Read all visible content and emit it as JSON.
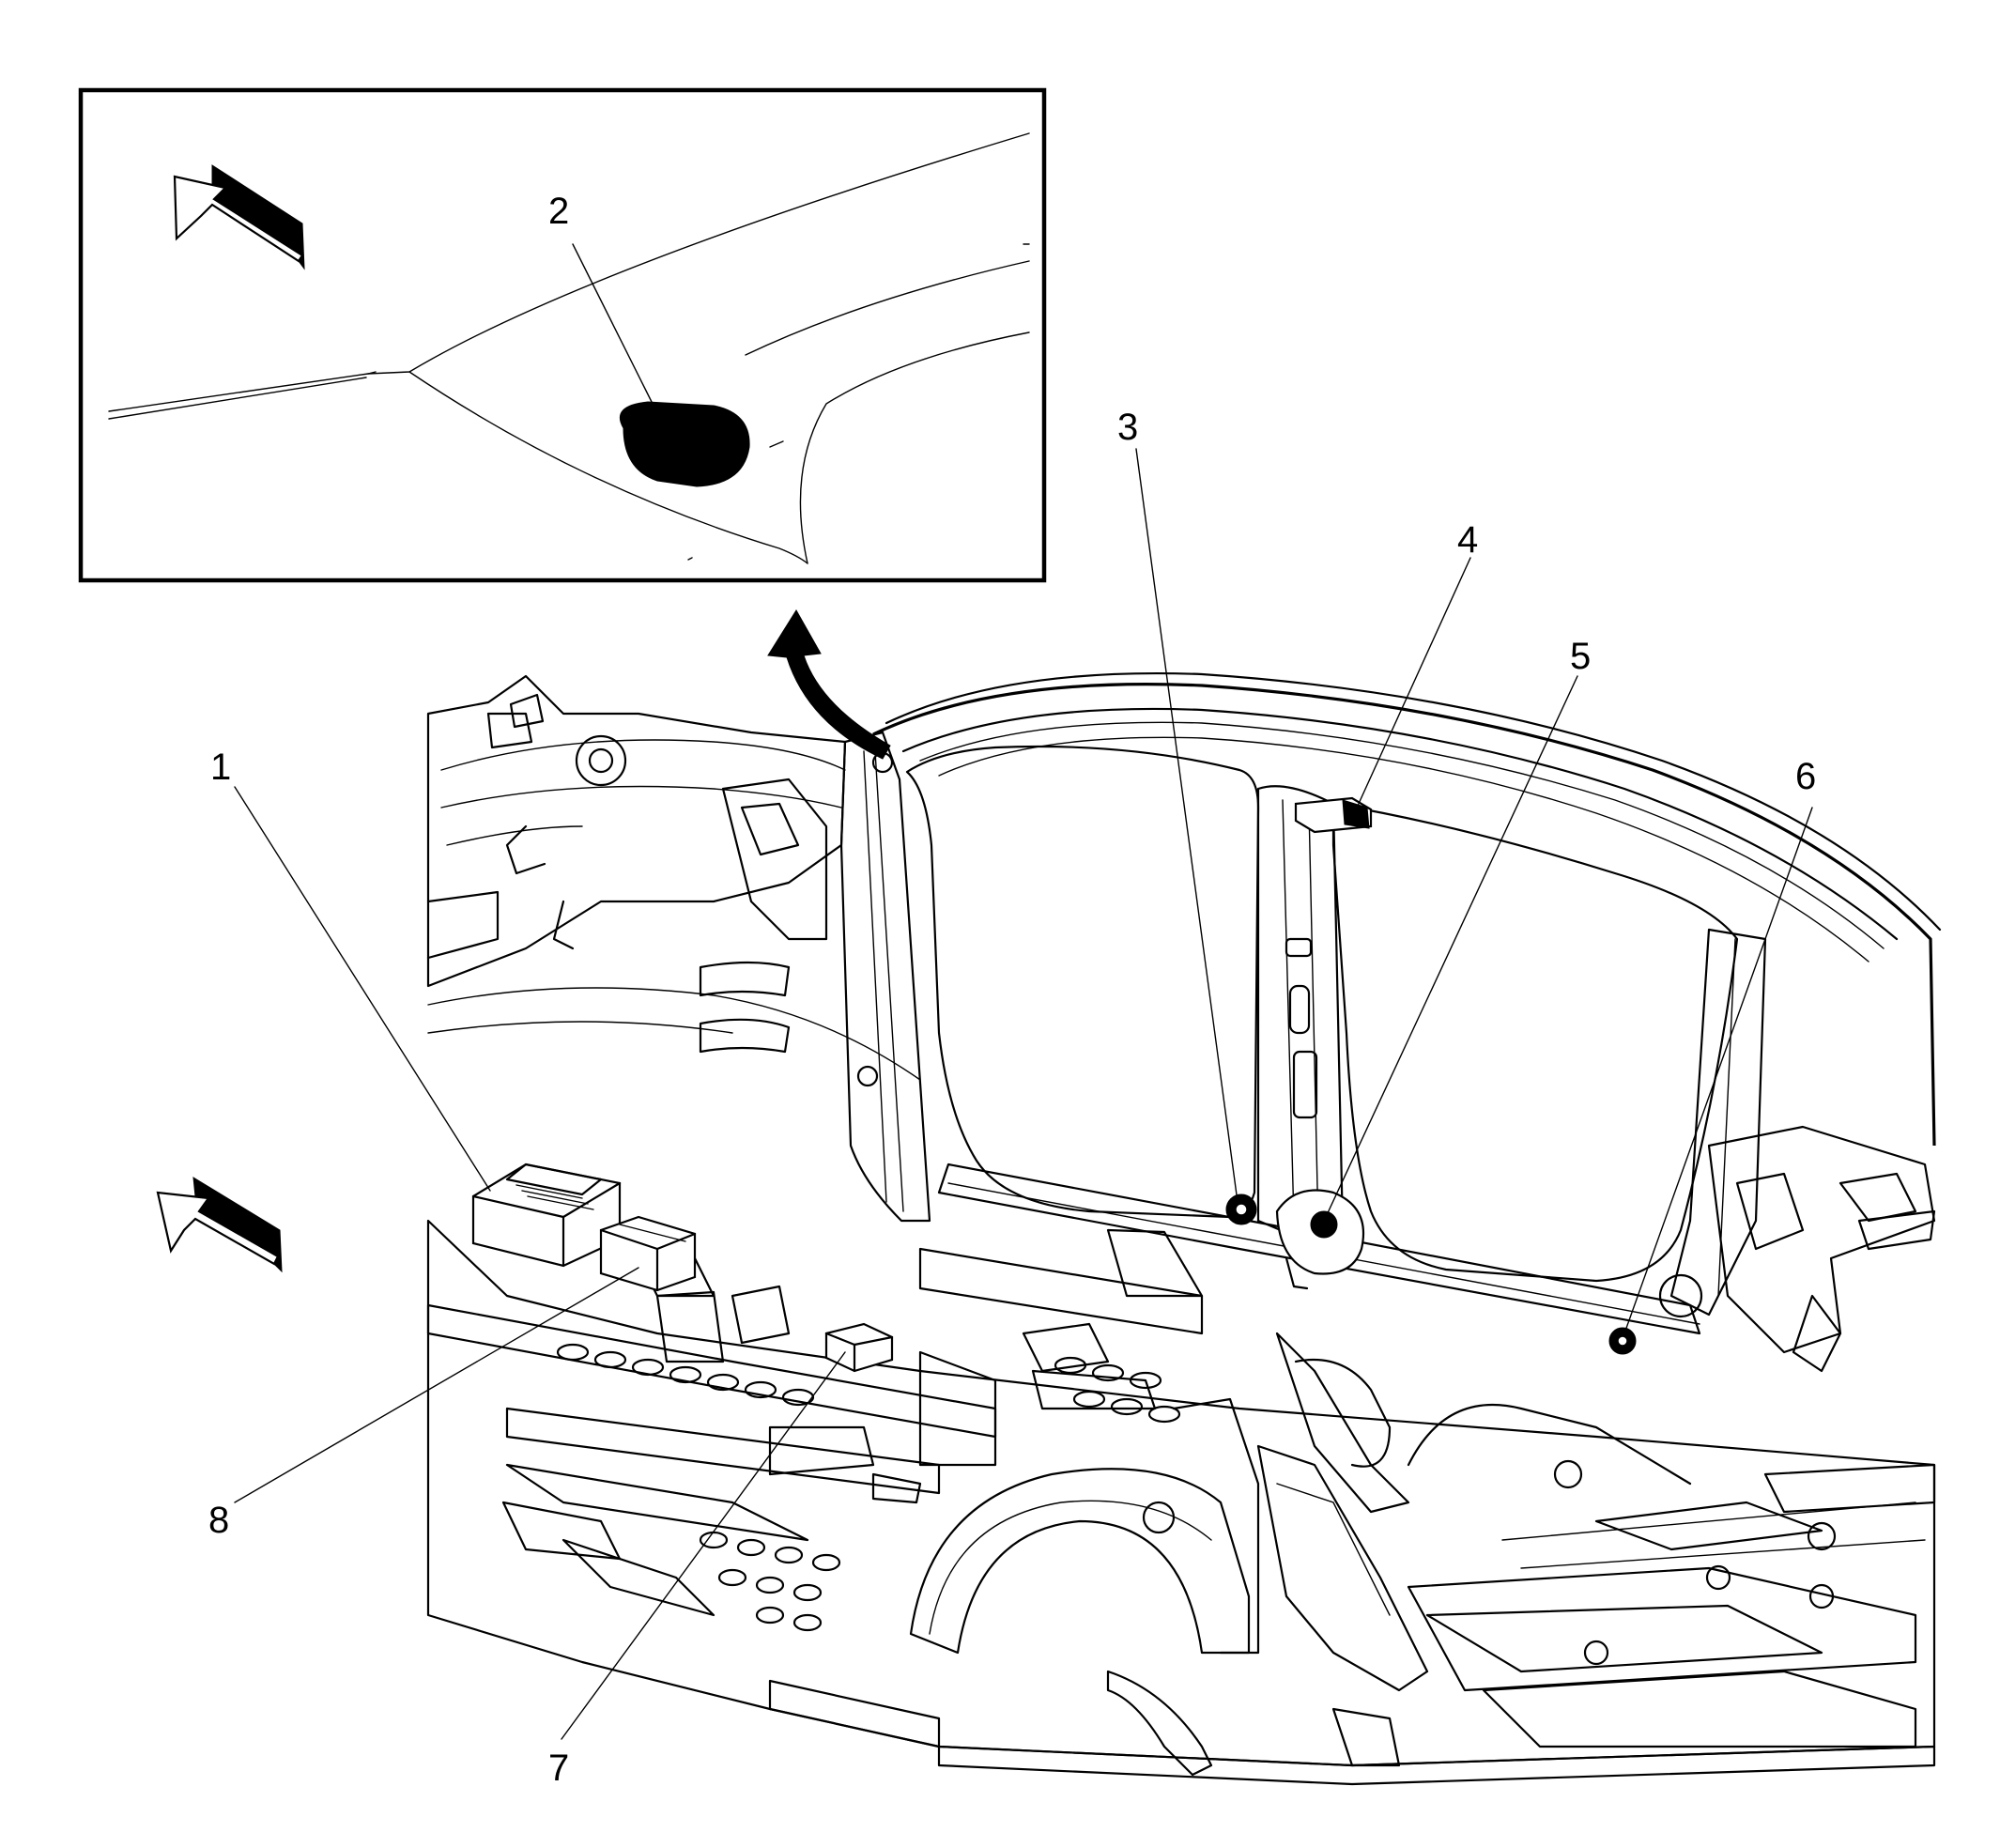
{
  "diagram": {
    "callouts": [
      {
        "id": "1",
        "label": "1"
      },
      {
        "id": "2",
        "label": "2"
      },
      {
        "id": "3",
        "label": "3"
      },
      {
        "id": "4",
        "label": "4"
      },
      {
        "id": "5",
        "label": "5"
      },
      {
        "id": "6",
        "label": "6"
      },
      {
        "id": "7",
        "label": "7"
      },
      {
        "id": "8",
        "label": "8"
      }
    ],
    "icons": {
      "forward_arrow": "forward-direction-arrow-icon",
      "detail_arrow": "detail-view-curved-arrow-icon"
    }
  }
}
